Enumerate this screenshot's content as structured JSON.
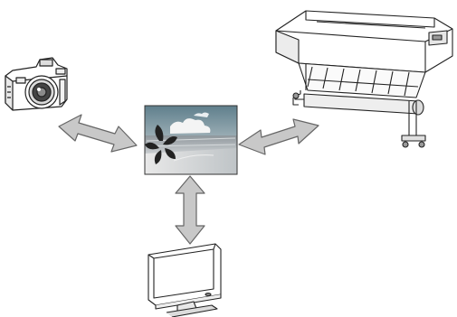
{
  "diagram": {
    "nodes": [
      {
        "id": "camera",
        "icon": "digital-camera-icon"
      },
      {
        "id": "image",
        "icon": "photo-image-icon"
      },
      {
        "id": "printer",
        "icon": "large-format-printer-icon"
      },
      {
        "id": "monitor",
        "icon": "lcd-monitor-icon"
      }
    ],
    "edges": [
      {
        "from": "camera",
        "to": "image",
        "bidirectional": true
      },
      {
        "from": "image",
        "to": "printer",
        "bidirectional": true
      },
      {
        "from": "image",
        "to": "monitor",
        "bidirectional": true
      }
    ],
    "colors": {
      "arrow_fill": "#c8c8c8",
      "arrow_stroke": "#666666",
      "line_art": "#222222",
      "sky": "#6f8f9a",
      "sea": "#9aa0a5"
    }
  }
}
